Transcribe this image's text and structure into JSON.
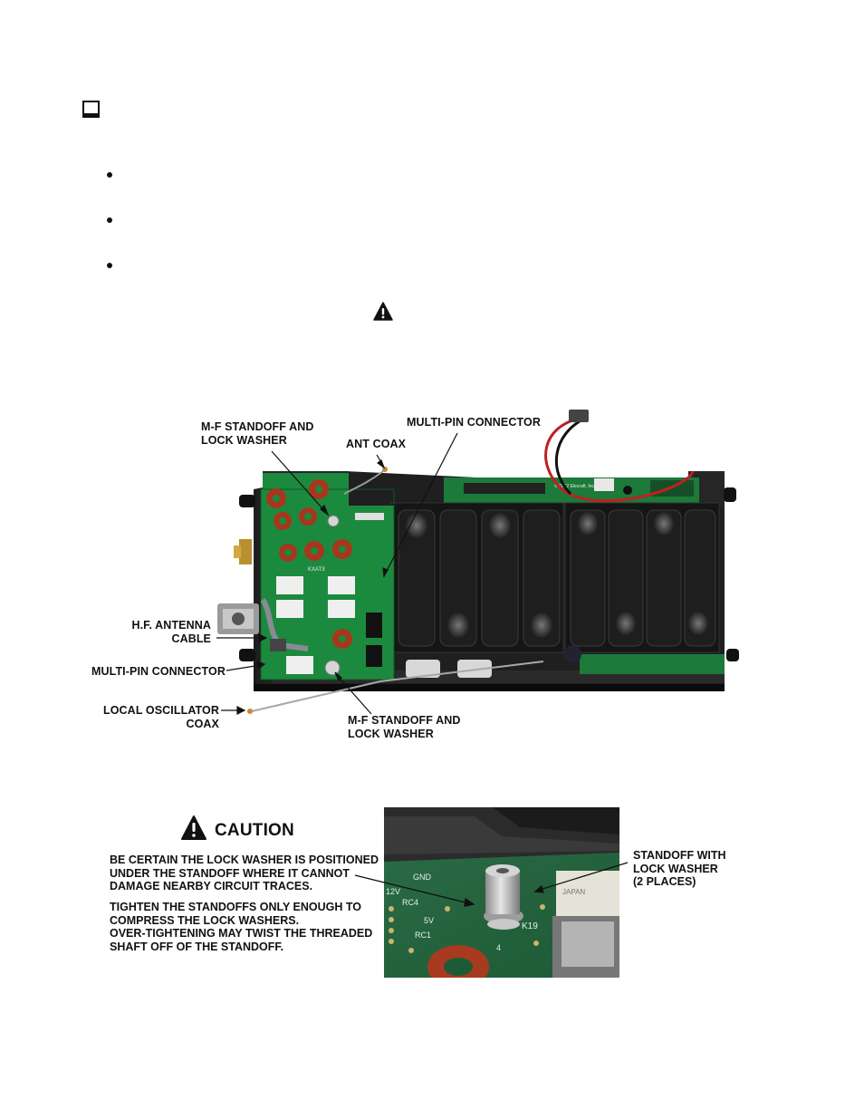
{
  "assembly_figure": {
    "labels": {
      "mf_standoff_top": "M-F STANDOFF AND\nLOCK WASHER",
      "ant_coax": "ANT COAX",
      "multipin_top": "MULTI-PIN CONNECTOR",
      "hf_antenna_cable": "H.F. ANTENNA\nCABLE",
      "multipin_left": "MULTI-PIN CONNECTOR",
      "local_osc_coax": "LOCAL OSCILLATOR\nCOAX",
      "mf_standoff_bottom": "M-F STANDOFF AND\nLOCK WASHER"
    },
    "pcb_marking": "KXAT3",
    "board_copyright": "© 2012 Elecraft, Inc."
  },
  "caution_figure": {
    "title": "CAUTION",
    "para1": "BE CERTAIN THE LOCK WASHER IS POSITIONED\nUNDER THE STANDOFF WHERE IT CANNOT\nDAMAGE NEARBY CIRCUIT TRACES.",
    "para2": "TIGHTEN THE STANDOFFS ONLY ENOUGH TO\nCOMPRESS THE LOCK WASHERS.\nOVER-TIGHTENING MAY TWIST THE THREADED\nSHAFT OFF OF THE STANDOFF.",
    "standoff_label": "STANDOFF WITH\nLOCK WASHER\n(2 PLACES)",
    "silk": {
      "v12": "12V",
      "gnd": "GND",
      "rc4": "RC4",
      "v5": "5V",
      "rc1": "RC1",
      "k19": "K19",
      "pin4": "4",
      "relay": "JAPAN"
    }
  }
}
